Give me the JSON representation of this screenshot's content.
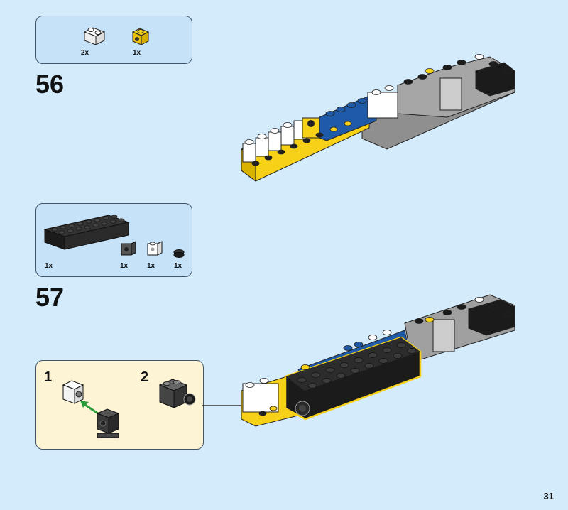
{
  "steps": [
    {
      "number": "56",
      "parts": [
        {
          "qty": "2x",
          "color": "white"
        },
        {
          "qty": "1x",
          "color": "yellow"
        }
      ]
    },
    {
      "number": "57",
      "parts": [
        {
          "qty": "1x",
          "color": "black"
        },
        {
          "qty": "1x",
          "color": "dark-grey"
        },
        {
          "qty": "1x",
          "color": "white"
        },
        {
          "qty": "1x",
          "color": "black"
        }
      ]
    }
  ],
  "substeps": [
    {
      "number": "1"
    },
    {
      "number": "2"
    }
  ],
  "page": {
    "number": "31"
  },
  "colors": {
    "background": "#d4ebfb",
    "parts_box": "#c6e2f8",
    "substep_box": "#fdf3d5",
    "yellow": "#f7d117",
    "blue": "#1e5aa8",
    "black": "#1b1b1b",
    "white": "#ffffff",
    "grey": "#9c9c9c",
    "arrow_green": "#2a9a3a"
  }
}
